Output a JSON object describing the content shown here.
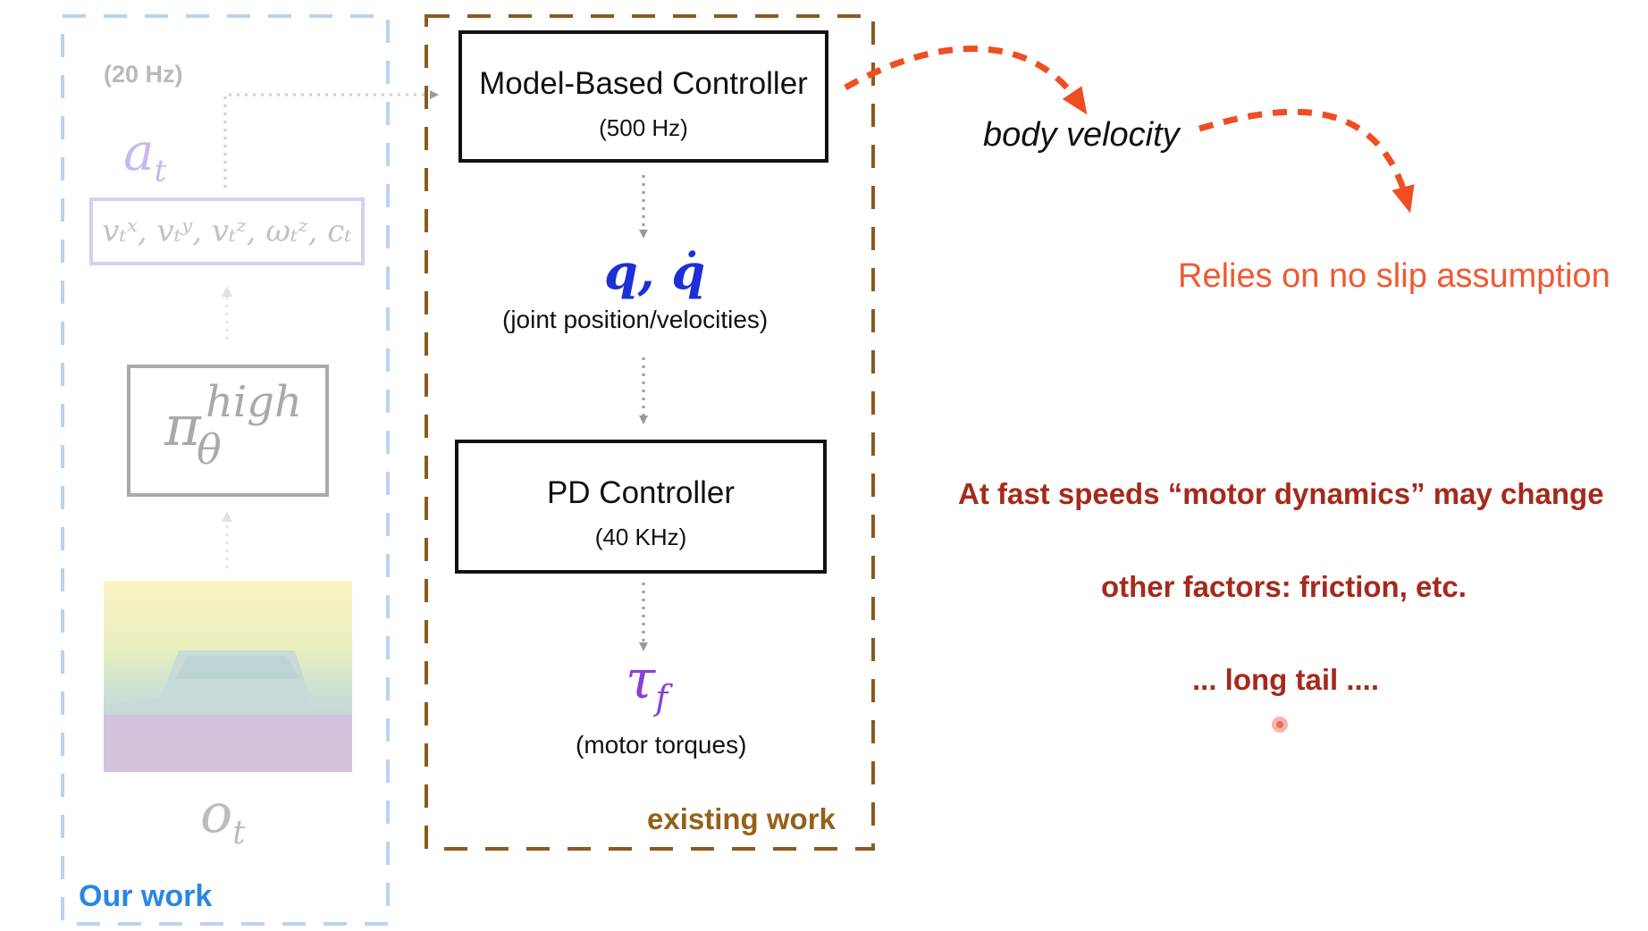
{
  "our_work": {
    "label": "Our work",
    "rate": "(20 Hz)",
    "action_symbol": "a",
    "action_subscript": "t",
    "action_vector": "vₜˣ, vₜʸ, vₜᶻ, ωₜᶻ, cₜ",
    "policy_symbol": "π",
    "policy_superscript": "high",
    "policy_subscript": "θ",
    "observation_symbol": "o",
    "observation_subscript": "t"
  },
  "existing_work": {
    "label": "existing work",
    "mbc_title": "Model-Based Controller",
    "mbc_rate": "(500 Hz)",
    "joint_symbol": "q, q̇",
    "joint_caption": "(joint position/velocities)",
    "pd_title": "PD Controller",
    "pd_rate": "(40 KHz)",
    "torque_symbol": "τ",
    "torque_subscript": "f",
    "torque_caption": "(motor torques)"
  },
  "annotations": {
    "body_velocity": "body velocity",
    "no_slip": "Relies on no slip assumption",
    "motor_dynamics": "At fast speeds “motor dynamics” may change",
    "other_factors": "other factors: friction, etc.",
    "long_tail": "... long tail ...."
  },
  "colors": {
    "our_work_border": "#b9d3f0",
    "our_work_label": "#2a86e3",
    "existing_border": "#8b5a1e",
    "existing_label": "#946118",
    "arrow_orange": "#ef4e22",
    "note_dark_red": "#a52a1c",
    "joint_blue": "#1d2fd6",
    "torque_purple": "#8a3fd8",
    "faded_text": "#b9b9b9"
  }
}
